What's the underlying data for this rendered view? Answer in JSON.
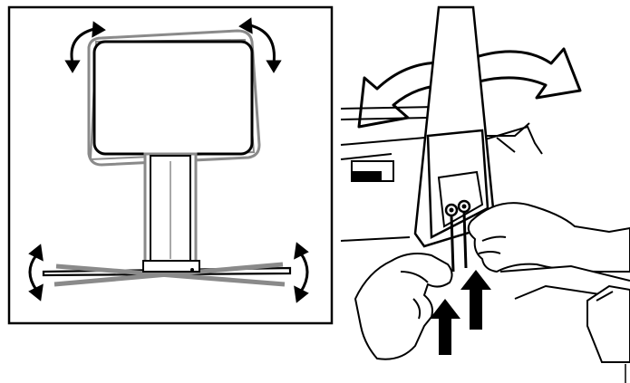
{
  "figure": {
    "left_panel": {
      "subject": "monitor-on-stand",
      "adjustments": [
        "screen-tilt-rotation",
        "base-level-adjustment"
      ]
    },
    "right_panel": {
      "subject": "stand-mount-release",
      "adjustments": [
        "swivel-left-right",
        "push-up-release-tabs"
      ]
    },
    "colors": {
      "line": "#000000",
      "ghost": "#8a8a8a",
      "background": "#ffffff"
    }
  }
}
